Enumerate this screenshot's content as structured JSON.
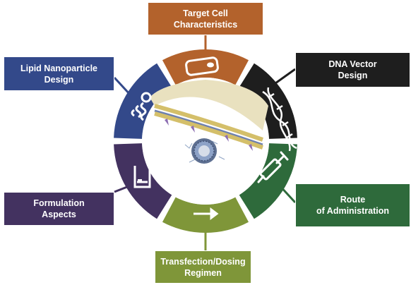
{
  "categories": [
    {
      "id": "target",
      "label": "Target Cell\nCharacteristics",
      "color": "#b3622c"
    },
    {
      "id": "dna",
      "label": "DNA Vector\nDesign",
      "color": "#1e1e1e"
    },
    {
      "id": "route",
      "label": "Route\nof Administration",
      "color": "#2e6a3b"
    },
    {
      "id": "regimen",
      "label": "Transfection/Dosing\nRegimen",
      "color": "#7f9639"
    },
    {
      "id": "formulation",
      "label": "Formulation\nAspects",
      "color": "#433260"
    },
    {
      "id": "lipid",
      "label": "Lipid Nanoparticle\nDesign",
      "color": "#33498a"
    }
  ],
  "icons": [
    "cell-icon",
    "dna-helix-icon",
    "syringe-icon",
    "arrow-right-icon",
    "beaker-icon",
    "liposome-icon"
  ],
  "center_illustration": "nanoparticle-membrane-icon"
}
